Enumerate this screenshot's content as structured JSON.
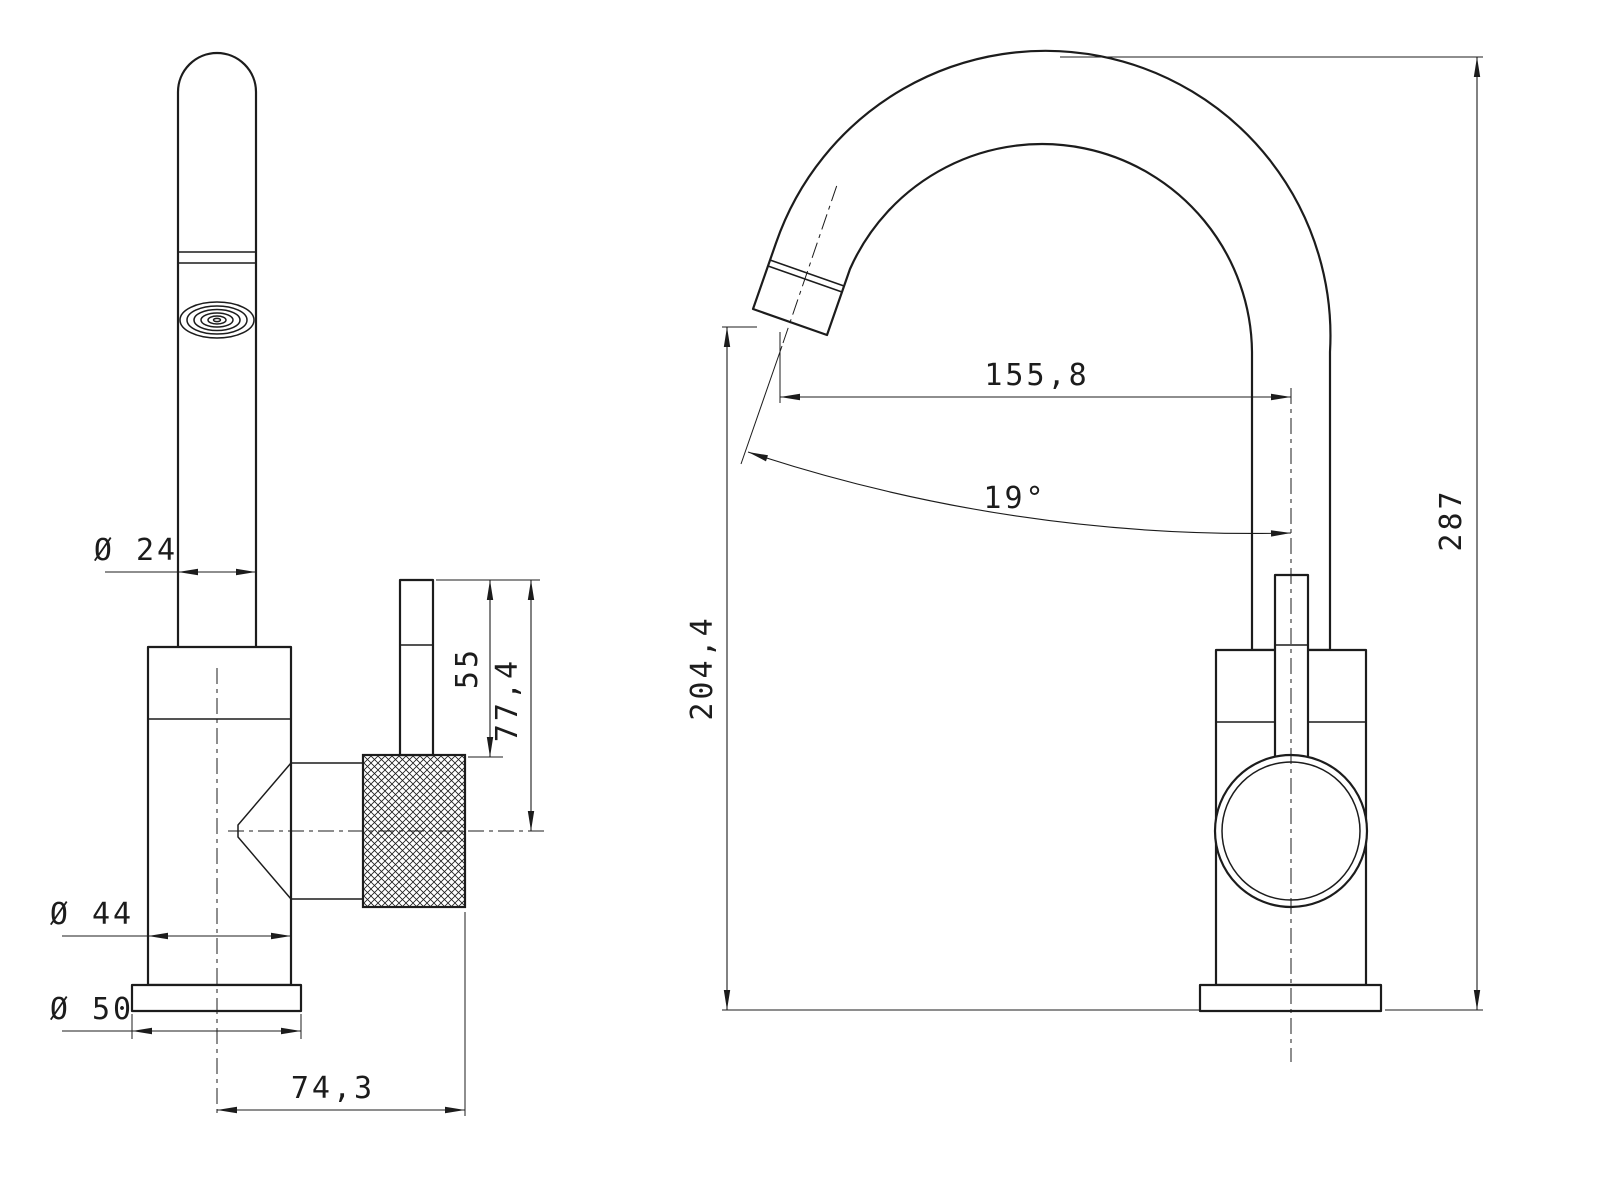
{
  "title": "Faucet technical drawing, side and front views",
  "colors": {
    "background": "#ffffff",
    "line": "#1c1c1c"
  },
  "dims": {
    "spout_diameter": "Ø 24",
    "body_diameter": "Ø 44",
    "base_diameter": "Ø 50",
    "handle_reach": "74,3",
    "lever_height": "55",
    "handle_height": "77,4",
    "spout_reach": "155,8",
    "spout_angle": "19°",
    "total_height": "287",
    "outlet_height": "204,4"
  }
}
